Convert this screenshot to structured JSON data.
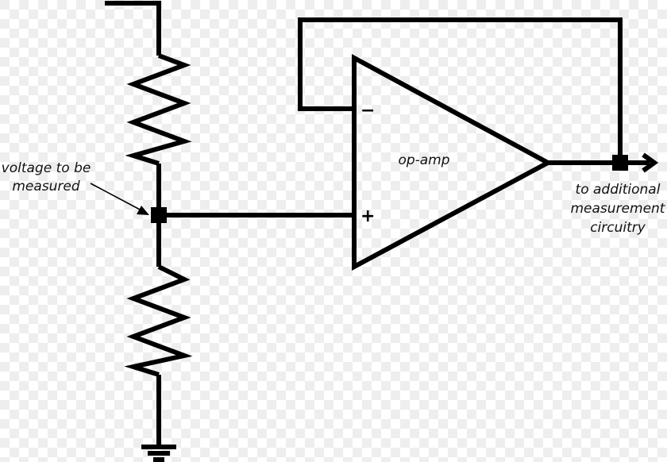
{
  "diagram": {
    "opamp": {
      "label": "op-amp",
      "inverting_sign": "−",
      "noninverting_sign": "+"
    },
    "input_label": [
      "voltage to be",
      "measured"
    ],
    "output_label": [
      "to additional",
      "measurement",
      "circuitry"
    ]
  },
  "colors": {
    "background": "#ffffff",
    "checker": "#eeeeee",
    "ink": "#000000"
  }
}
